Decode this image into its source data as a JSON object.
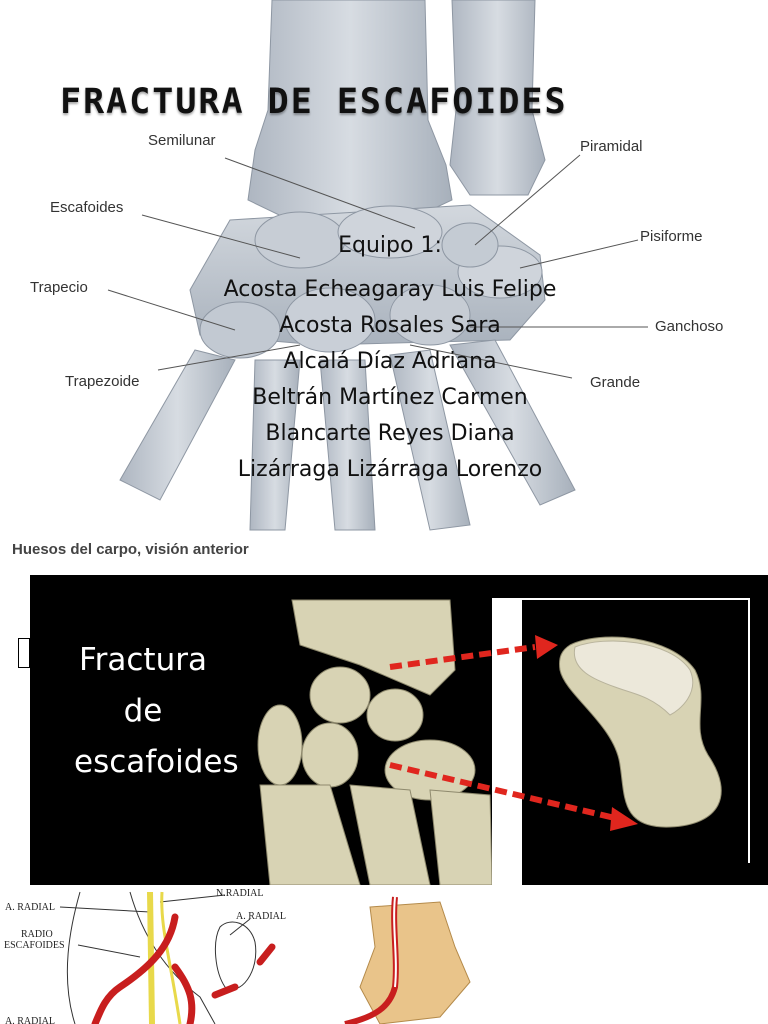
{
  "slide1": {
    "title": "FRACTURA DE ESCAFOIDES",
    "bone_labels": {
      "semilunar": "Semilunar",
      "piramidal": "Piramidal",
      "escafoides": "Escafoides",
      "pisiforme": "Pisiforme",
      "trapecio": "Trapecio",
      "ganchoso": "Ganchoso",
      "trapezoide": "Trapezoide",
      "grande": "Grande"
    },
    "team_heading": "Equipo 1:",
    "members": [
      "Acosta Echeagaray Luis Felipe",
      "Acosta Rosales Sara",
      "Alcalá Díaz Adriana",
      "Beltrán Martínez Carmen",
      "Blancarte Reyes Diana",
      "Lizárraga Lizárraga Lorenzo"
    ],
    "caption": "Huesos del carpo, visión anterior"
  },
  "slide2": {
    "lines": [
      "Fractura",
      "de",
      "escafoides"
    ]
  },
  "slide3": {
    "labels": {
      "a_radial_top": "A. RADIAL",
      "n_radial": "N.RADIAL",
      "a_radial_right": "A. RADIAL",
      "radio": "RADIO",
      "escafoides": "ESCAFOIDES",
      "a_radial_bottom": "A. RADIAL"
    }
  },
  "colors": {
    "bone": "#c9ced6",
    "bone_shadow": "#9aa3ae",
    "bone3d": "#d8d3b4",
    "arrow": "#e0261e",
    "artery": "#c81e1e",
    "nerve": "#e8d94a"
  }
}
